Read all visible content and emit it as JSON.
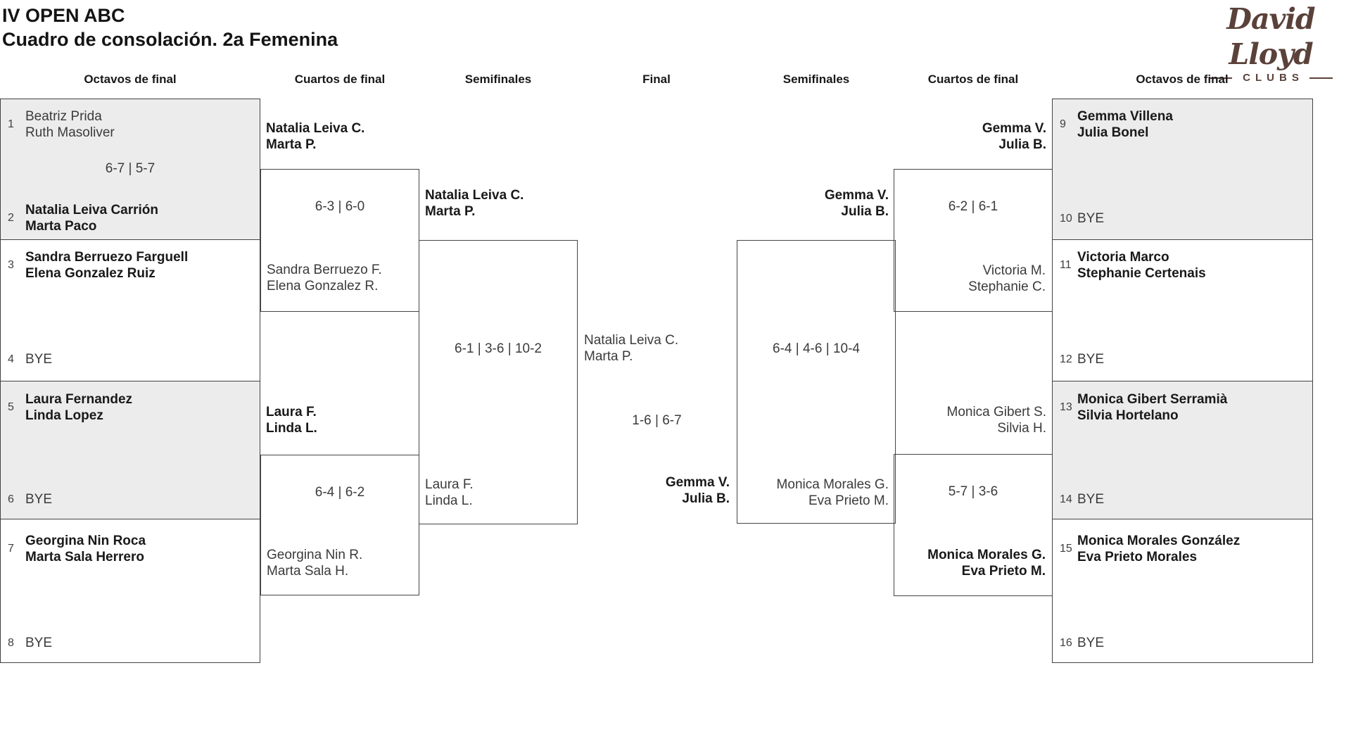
{
  "title": {
    "line1": "IV OPEN ABC",
    "line2": "Cuadro de consolación. 2a Femenina"
  },
  "logo": {
    "brand": "David Lloyd",
    "tagline": "CLUBS"
  },
  "round_headers": [
    "Octavos de final",
    "Cuartos de final",
    "Semifinales",
    "Final",
    "Semifinales",
    "Cuartos de final",
    "Octavos de final"
  ],
  "colors": {
    "logo_brown": "#5a4139",
    "cell_alt_fill": "#ececec",
    "line_gray": "#424242",
    "text_winner": "#191919",
    "text_regular": "#3b3b3b"
  },
  "entries": [
    {
      "seed": "1",
      "line1": "Beatriz Prida",
      "line2": "Ruth Masoliver",
      "winner": false
    },
    {
      "seed": "2",
      "line1": "Natalia Leiva Carrión",
      "line2": "Marta Paco",
      "winner": true
    },
    {
      "seed": "3",
      "line1": "Sandra Berruezo Farguell",
      "line2": "Elena Gonzalez Ruiz",
      "winner": true
    },
    {
      "seed": "4",
      "line1": "BYE",
      "line2": "",
      "winner": false
    },
    {
      "seed": "5",
      "line1": "Laura Fernandez",
      "line2": "Linda Lopez",
      "winner": true
    },
    {
      "seed": "6",
      "line1": "BYE",
      "line2": "",
      "winner": false
    },
    {
      "seed": "7",
      "line1": "Georgina Nin Roca",
      "line2": "Marta Sala Herrero",
      "winner": true
    },
    {
      "seed": "8",
      "line1": "BYE",
      "line2": "",
      "winner": false
    },
    {
      "seed": "9",
      "line1": "Gemma Villena",
      "line2": "Julia Bonel",
      "winner": true
    },
    {
      "seed": "10",
      "line1": "BYE",
      "line2": "",
      "winner": false
    },
    {
      "seed": "11",
      "line1": "Victoria Marco",
      "line2": "Stephanie Certenais",
      "winner": true
    },
    {
      "seed": "12",
      "line1": "BYE",
      "line2": "",
      "winner": false
    },
    {
      "seed": "13",
      "line1": "Monica Gibert Serramià",
      "line2": "Silvia Hortelano",
      "winner": true
    },
    {
      "seed": "14",
      "line1": "BYE",
      "line2": "",
      "winner": false
    },
    {
      "seed": "15",
      "line1": "Monica Morales González",
      "line2": "Eva Prieto Morales",
      "winner": true
    },
    {
      "seed": "16",
      "line1": "BYE",
      "line2": "",
      "winner": false
    }
  ],
  "round_of_16": {
    "score_match_1_2": "6-7 | 5-7"
  },
  "quarterfinals": [
    {
      "top": {
        "line1": "Natalia Leiva C.",
        "line2": "Marta P."
      },
      "top_winner": true,
      "score": "6-3 | 6-0",
      "bottom": {
        "line1": "Sandra Berruezo F.",
        "line2": "Elena Gonzalez R."
      },
      "bottom_winner": false
    },
    {
      "top": {
        "line1": "Laura F.",
        "line2": "Linda L."
      },
      "top_winner": true,
      "score": "6-4 | 6-2",
      "bottom": {
        "line1": "Georgina Nin R.",
        "line2": "Marta Sala H."
      },
      "bottom_winner": false
    },
    {
      "top": {
        "line1": "Gemma V.",
        "line2": "Julia B."
      },
      "top_winner": true,
      "score": "6-2 | 6-1",
      "bottom": {
        "line1": "Victoria M.",
        "line2": "Stephanie C."
      },
      "bottom_winner": false
    },
    {
      "top": {
        "line1": "Monica Gibert S.",
        "line2": "Silvia H."
      },
      "top_winner": false,
      "score": "5-7 | 3-6",
      "bottom": {
        "line1": "Monica Morales G.",
        "line2": "Eva Prieto M."
      },
      "bottom_winner": true
    }
  ],
  "semifinals": [
    {
      "top": {
        "line1": "Natalia Leiva C.",
        "line2": "Marta P."
      },
      "top_winner": true,
      "score": "6-1 | 3-6 | 10-2",
      "bottom": {
        "line1": "Laura F.",
        "line2": "Linda L."
      },
      "bottom_winner": false
    },
    {
      "top": {
        "line1": "Gemma V.",
        "line2": "Julia B."
      },
      "top_winner": true,
      "score": "6-4 | 4-6 | 10-4",
      "bottom": {
        "line1": "Monica Morales G.",
        "line2": "Eva Prieto M."
      },
      "bottom_winner": false
    }
  ],
  "final": {
    "top": {
      "line1": "Natalia Leiva C.",
      "line2": "Marta P."
    },
    "top_winner": false,
    "score": "1-6 | 6-7",
    "bottom": {
      "line1": "Gemma V.",
      "line2": "Julia B."
    },
    "bottom_winner": true
  }
}
